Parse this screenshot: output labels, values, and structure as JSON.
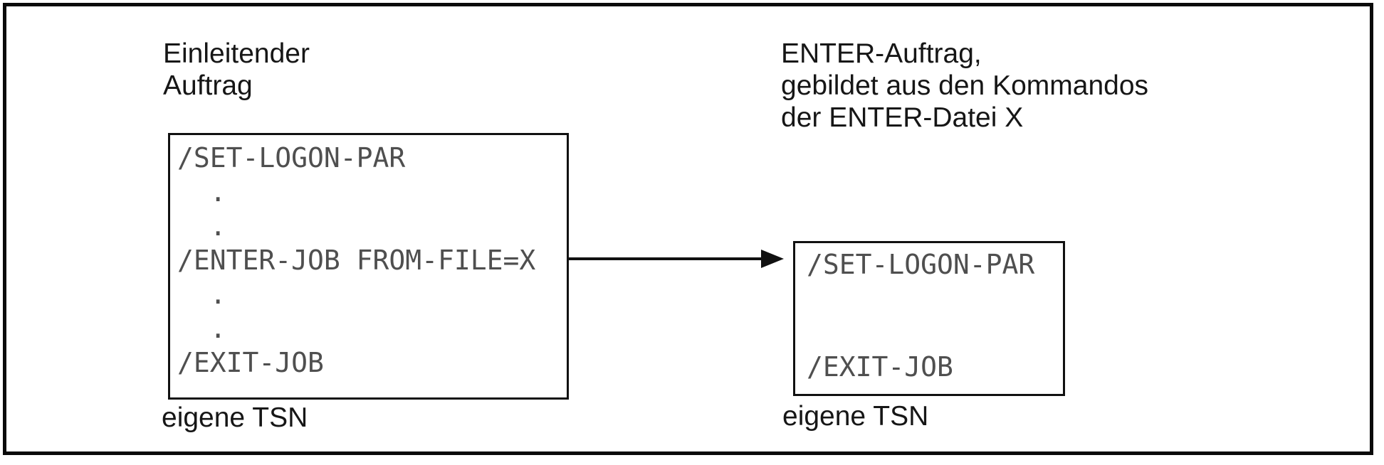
{
  "figure": {
    "left": {
      "label_lines": [
        "Einleitender",
        "Auftrag"
      ],
      "code_lines": [
        "/SET-LOGON-PAR",
        "  .",
        "  .",
        "/ENTER-JOB FROM-FILE=X",
        "  .",
        "  .",
        "/EXIT-JOB"
      ],
      "caption": "eigene TSN"
    },
    "right": {
      "label_lines": [
        "ENTER-Auftrag,",
        "gebildet aus den Kommandos",
        "der ENTER-Datei X"
      ],
      "code_lines": [
        "/SET-LOGON-PAR",
        "",
        "",
        "/EXIT-JOB"
      ],
      "caption": "eigene TSN"
    },
    "colors": {
      "frame_border": "#0a0a0a",
      "box_border": "#111111",
      "label_text": "#161616",
      "code_text": "#4f4f4f",
      "background": "#ffffff"
    }
  }
}
